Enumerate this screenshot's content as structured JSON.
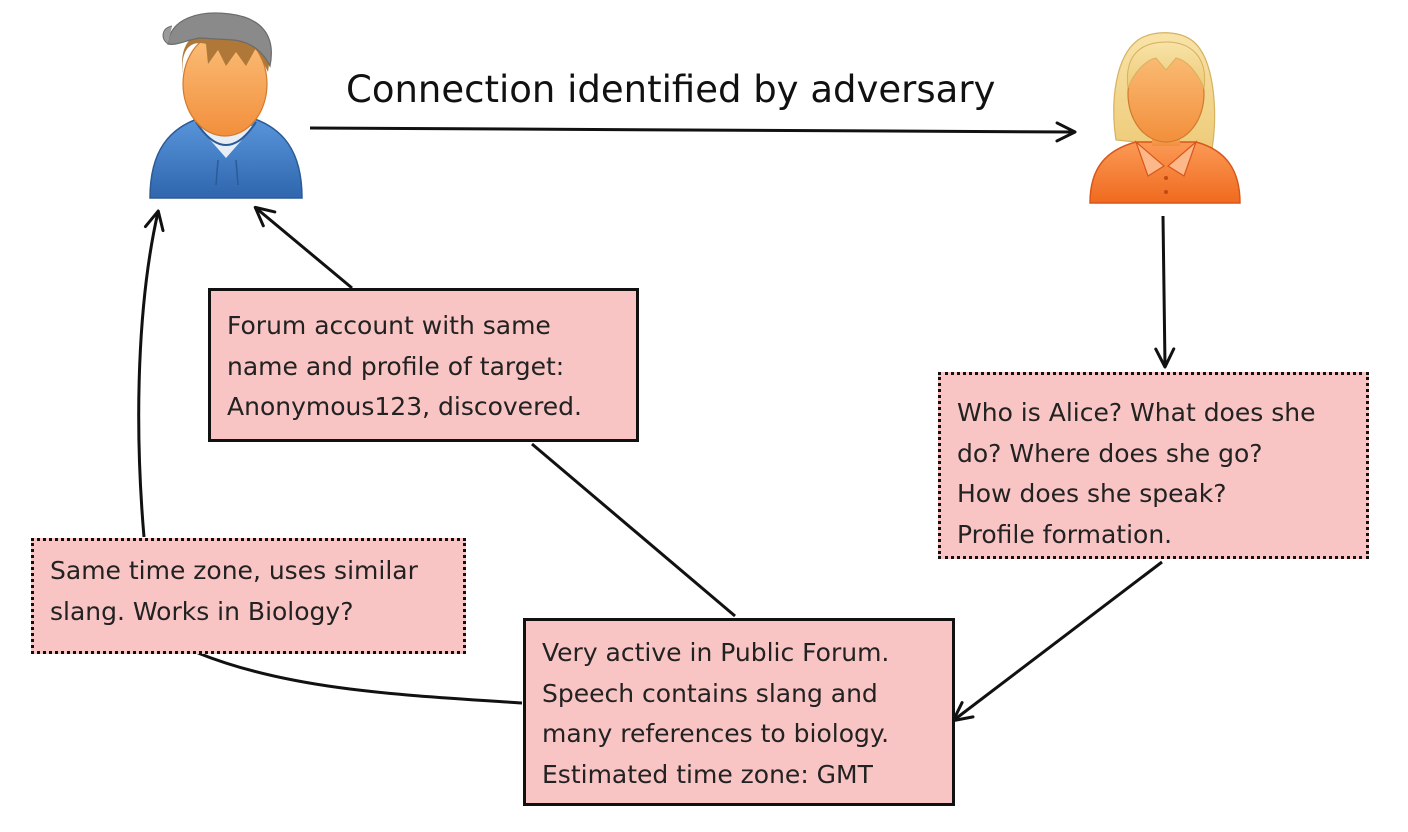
{
  "title": "Connection identified by adversary",
  "colors": {
    "box_fill": "#f9c4c4",
    "border": "#111111",
    "arrow": "#111111",
    "man_hoodie": "#3b78c2",
    "man_cap": "#8a8a8a",
    "man_hair": "#b07838",
    "skin": "#f6a860",
    "woman_hair": "#f3d690",
    "woman_shirt": "#f7843a"
  },
  "icons": {
    "person_left": "male-user-icon",
    "person_right": "female-user-icon"
  },
  "boxes": {
    "forum": {
      "border": "solid",
      "lines": [
        "Forum account with same",
        "name and profile of target:",
        "Anonymous123, discovered."
      ]
    },
    "alice": {
      "border": "dotted",
      "lines": [
        "Who is Alice? What does she",
        "do? Where does she go?",
        "How does she speak?",
        "Profile formation."
      ]
    },
    "timezone": {
      "border": "dotted",
      "lines": [
        "Same time zone, uses similar",
        "slang. Works in Biology?"
      ]
    },
    "public": {
      "border": "solid",
      "lines": [
        "Very active in Public Forum.",
        "Speech contains slang and",
        "many references to biology.",
        "Estimated time zone: GMT"
      ]
    }
  }
}
